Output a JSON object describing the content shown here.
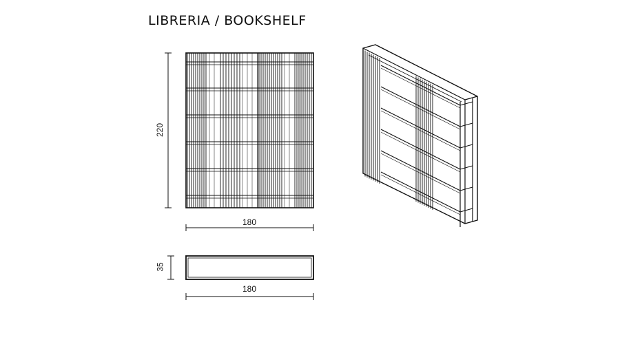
{
  "header": {
    "title": "LIBRERIA / BOOKSHELF"
  },
  "front_view": {
    "height_label": "220",
    "width_label": "180"
  },
  "top_view": {
    "depth_label": "35",
    "width_label": "180"
  },
  "colors": {
    "line": "#111111",
    "background": "#ffffff"
  }
}
